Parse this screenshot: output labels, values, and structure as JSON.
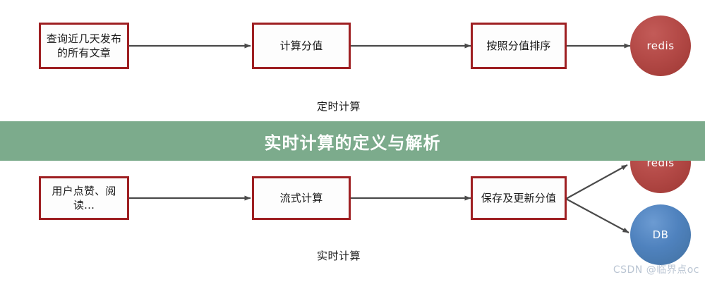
{
  "banner": {
    "title": "实时计算的定义与解析",
    "background_color": "#7cab8c",
    "text_color": "#ffffff"
  },
  "watermark": {
    "text": "CSDN @临界点oc"
  },
  "theme": {
    "box_border_color": "#9e1f22",
    "box_fill_color": "#fdfdfd",
    "arrow_color": "#4a4a4a",
    "redis_color": "#b44a47",
    "db_color": "#4f82be"
  },
  "diagram": {
    "flows": [
      {
        "id": "batch-flow",
        "caption": "定时计算",
        "nodes": [
          {
            "id": "query-articles",
            "label": "查询近几天发布的所有文章"
          },
          {
            "id": "compute-score",
            "label": "计算分值"
          },
          {
            "id": "sort-by-score",
            "label": "按照分值排序"
          }
        ],
        "stores": [
          {
            "id": "redis-top",
            "label": "redis",
            "shape": "circle",
            "color": "#b44a47"
          }
        ]
      },
      {
        "id": "realtime-flow",
        "caption": "实时计算",
        "nodes": [
          {
            "id": "user-actions",
            "label": "用户点赞、阅读..."
          },
          {
            "id": "stream-compute",
            "label": "流式计算"
          },
          {
            "id": "save-update-score",
            "label": "保存及更新分值"
          }
        ],
        "stores": [
          {
            "id": "redis-bottom",
            "label": "redis",
            "shape": "circle",
            "color": "#b44a47"
          },
          {
            "id": "db-bottom",
            "label": "DB",
            "shape": "circle",
            "color": "#4f82be"
          }
        ]
      }
    ]
  }
}
